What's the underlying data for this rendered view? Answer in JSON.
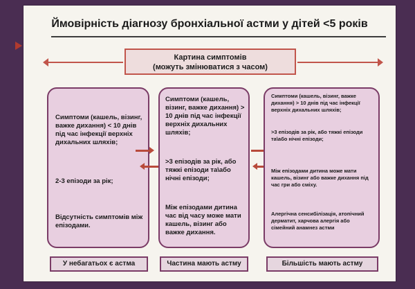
{
  "slide": {
    "title": "Ймовірність діагнозу бронхіальної астми у дітей <5 років",
    "symptom_pattern": {
      "line1": "Картина симптомів",
      "line2": "(можуть змінюватися з часом)"
    },
    "columns": [
      {
        "items": [
          "Симптоми (кашель, візинг, важке дихання) < 10 днів під час інфекції верхніх дихальних шляхів;",
          "2-3 епізоди за рік;",
          "Відсутність симптомів між епізодами."
        ],
        "label": "У небагатьох є астма"
      },
      {
        "items": [
          "Симптоми (кашель, візинг, важке дихання) > 10 днів під час інфекції верхніх дихальних шляхів;",
          ">3 епізодів за рік, або тяжкі епізоди та\\або нічні епізоди;",
          "Між епізодами дитина час від часу може мати кашель, візинг або важке дихання."
        ],
        "label": "Частина мають астму"
      },
      {
        "items": [
          "Симптоми (кашель, візинг, важке дихання) > 10 днів під час інфекції верхніх дихальних шляхів;",
          ">3 епізодів за рік, або тяжкі епізоди та\\або нічні епізоди;",
          "Між епізодами дитина може мати кашель, візинг або важке дихання під час гри або сміху.",
          "Алергічна сенсибілізація, атопічний дерматит, харчова алергія або сімейний анамнез астми"
        ],
        "label": "Більшість мають астму"
      }
    ]
  }
}
